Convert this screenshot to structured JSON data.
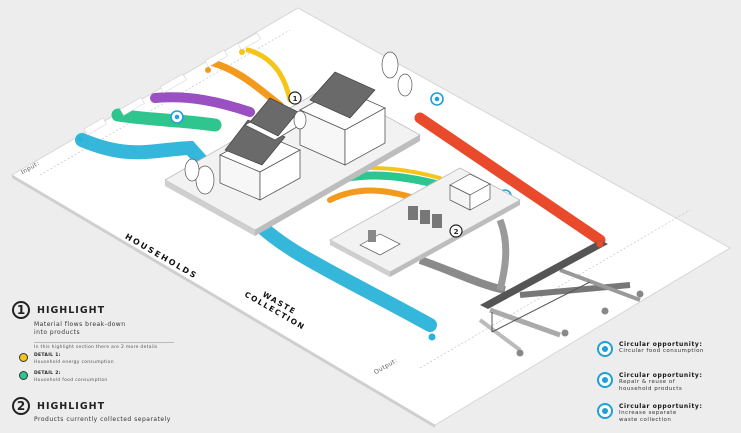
{
  "labels": {
    "households": "HOUSEHOLDS",
    "waste_collection_1": "WASTE",
    "waste_collection_2": "COLLECTION",
    "input": "Input:",
    "output": "Output:"
  },
  "colors": {
    "cyan": "#2ab3d9",
    "green": "#2ec68e",
    "purple": "#9a4fc2",
    "orange": "#f39a1c",
    "yellow": "#f6c51a",
    "red": "#ea4a2c",
    "grey": "#9a9a9a",
    "accent": "#1fa0d8"
  },
  "highlight1": {
    "number": "1",
    "title": "HIGHLIGHT",
    "desc1": "Material flows break-down",
    "desc2": "into products",
    "note": "In this highlight section there are 2 more details",
    "detail1_title": "DETAIL 1:",
    "detail1_text": "Household energy consumption",
    "detail2_title": "DETAIL 2:",
    "detail2_text": "Household food consumption"
  },
  "highlight2": {
    "number": "2",
    "title": "HIGHLIGHT",
    "desc": "Products currently collected separately"
  },
  "opportunities": [
    {
      "title": "Circular opportunity:",
      "sub1": "Circular food consumption",
      "sub2": ""
    },
    {
      "title": "Circular opportunity:",
      "sub1": "Repair & reuse of",
      "sub2": "household products"
    },
    {
      "title": "Circular opportunity:",
      "sub1": "Increase separate",
      "sub2": "waste collection"
    }
  ]
}
